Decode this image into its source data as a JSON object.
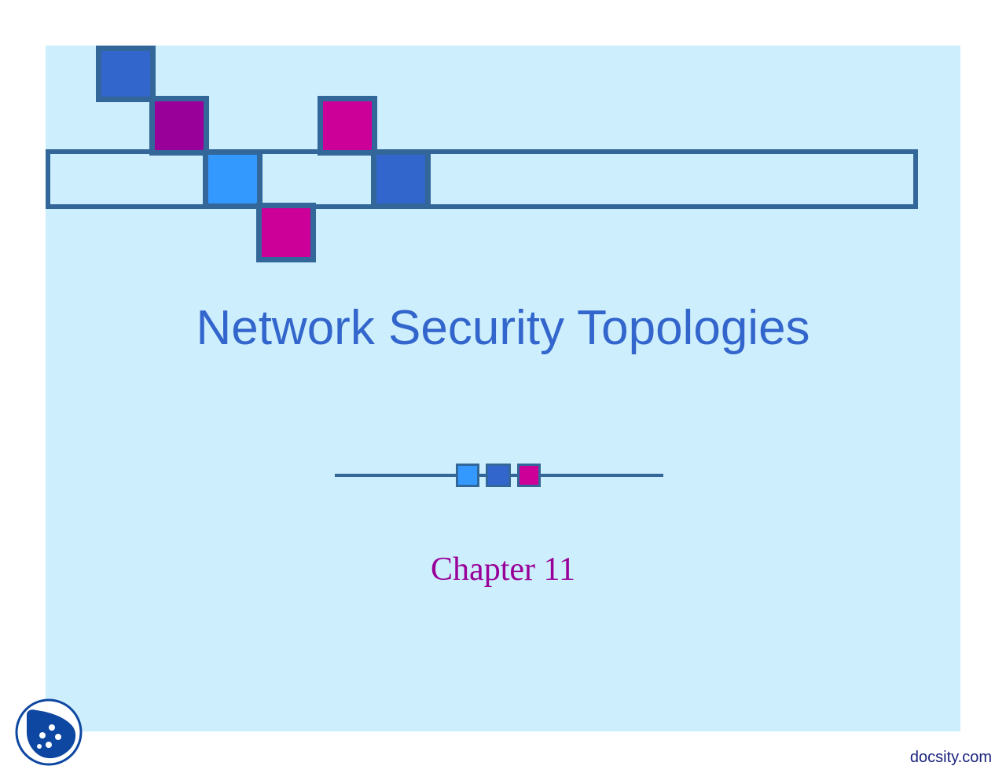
{
  "slide": {
    "title": "Network Security Topologies",
    "subtitle": "Chapter 11"
  },
  "footer": {
    "site": "docsity.com"
  },
  "colors": {
    "background": "#cdeefc",
    "title": "#3366cc",
    "subtitle": "#990099",
    "border": "#336699",
    "royal_blue": "#3366cc",
    "light_blue": "#3399ff",
    "purple": "#990099",
    "magenta": "#cc0099",
    "logo": "#0d47a1"
  },
  "icons": {
    "logo": "docsity-logo-icon"
  }
}
